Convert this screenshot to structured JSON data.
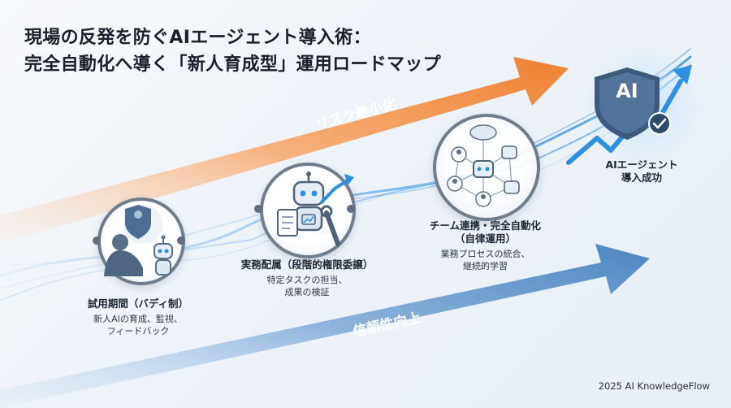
{
  "title": {
    "line1": "現場の反発を防ぐAIエージェント導入術：",
    "line2": "完全自動化へ導く「新人育成型」運用ロードマップ"
  },
  "arrows": {
    "top_label": "リスク最小化",
    "bottom_label": "信頼性向上",
    "top_color": "#f0914a",
    "bottom_color": "#5b8fc6"
  },
  "steps": [
    {
      "title": "試用期間（バディ制）",
      "desc1": "新人AIの育成、監視、",
      "desc2": "フィードバック"
    },
    {
      "title": "実務配属（段階的権限委譲）",
      "desc1": "特定タスクの担当、",
      "desc2": "成果の検証"
    },
    {
      "title": "チーム連携・完全自動化",
      "title2": "（自律運用）",
      "desc1": "業務プロセスの統合、",
      "desc2": "継続的学習"
    }
  ],
  "goal": {
    "badge": "AI",
    "line1": "AIエージェント",
    "line2": "導入成功"
  },
  "footer": "2025 AI KnowledgeFlow"
}
